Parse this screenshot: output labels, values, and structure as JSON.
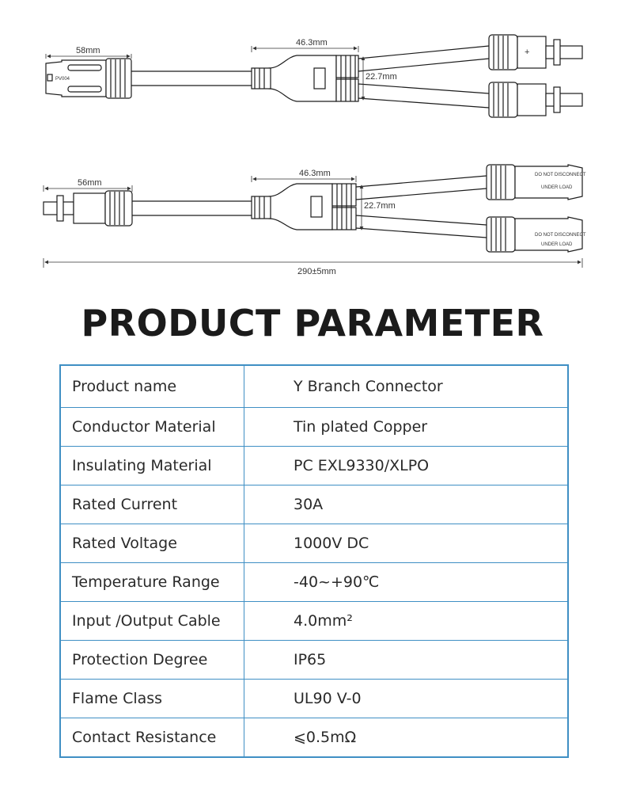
{
  "diagram": {
    "top": {
      "length_label": "58mm",
      "body_label": "46.3mm",
      "gap_label": "22.7mm",
      "model_text": "PV004",
      "plus_sign": "+"
    },
    "bottom": {
      "length_label": "56mm",
      "body_label": "46.3mm",
      "gap_label": "22.7mm",
      "total_label": "290±5mm",
      "warning_text_1": "DO NOT DISCONNECT",
      "warning_text_2": "UNDER LOAD"
    }
  },
  "heading": "PRODUCT PARAMETER",
  "table": {
    "rows": [
      {
        "label": "Product name",
        "value": "Y Branch Connector"
      },
      {
        "label": "Conductor Material",
        "value": "Tin plated Copper"
      },
      {
        "label": "Insulating Material",
        "value": "PC EXL9330/XLPO"
      },
      {
        "label": "Rated Current",
        "value": "30A"
      },
      {
        "label": "Rated Voltage",
        "value": "1000V DC"
      },
      {
        "label": "Temperature Range",
        "value": "-40~+90℃"
      },
      {
        "label": "Input /Output Cable",
        "value": "4.0mm²"
      },
      {
        "label": "Protection Degree",
        "value": "IP65"
      },
      {
        "label": "Flame Class",
        "value": "UL90 V-0"
      },
      {
        "label": "Contact Resistance",
        "value": "⩽0.5mΩ"
      }
    ]
  },
  "colors": {
    "table_border": "#3f8fc4",
    "line": "#1c1c1c"
  }
}
